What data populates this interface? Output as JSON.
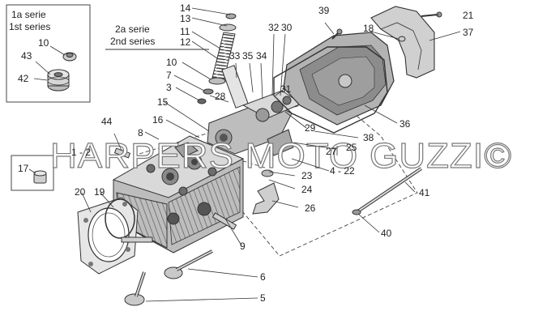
{
  "inset_labels": {
    "series_1": [
      "1a serie",
      "1st series"
    ],
    "series_2": [
      "2a serie",
      "2nd series"
    ]
  },
  "watermark": "HARPERS MOTO GUZZI©",
  "callouts": [
    "1 - 2",
    "3",
    "4 - 22",
    "5",
    "6",
    "7",
    "8",
    "9",
    "10",
    "10",
    "11",
    "12",
    "13",
    "14",
    "15",
    "16",
    "17",
    "18",
    "19",
    "20",
    "21",
    "23",
    "24",
    "25",
    "26",
    "27",
    "28",
    "29",
    "30",
    "31",
    "32",
    "33",
    "34",
    "35",
    "36",
    "37",
    "38",
    "39",
    "40",
    "41",
    "42",
    "43",
    "44"
  ],
  "colors": {
    "line": "#333333",
    "fill_light": "#dcdcdc",
    "fill_mid": "#a9a9a9",
    "fill_dark": "#6f6f6f",
    "watermark_stroke": "#7a7a7a"
  }
}
